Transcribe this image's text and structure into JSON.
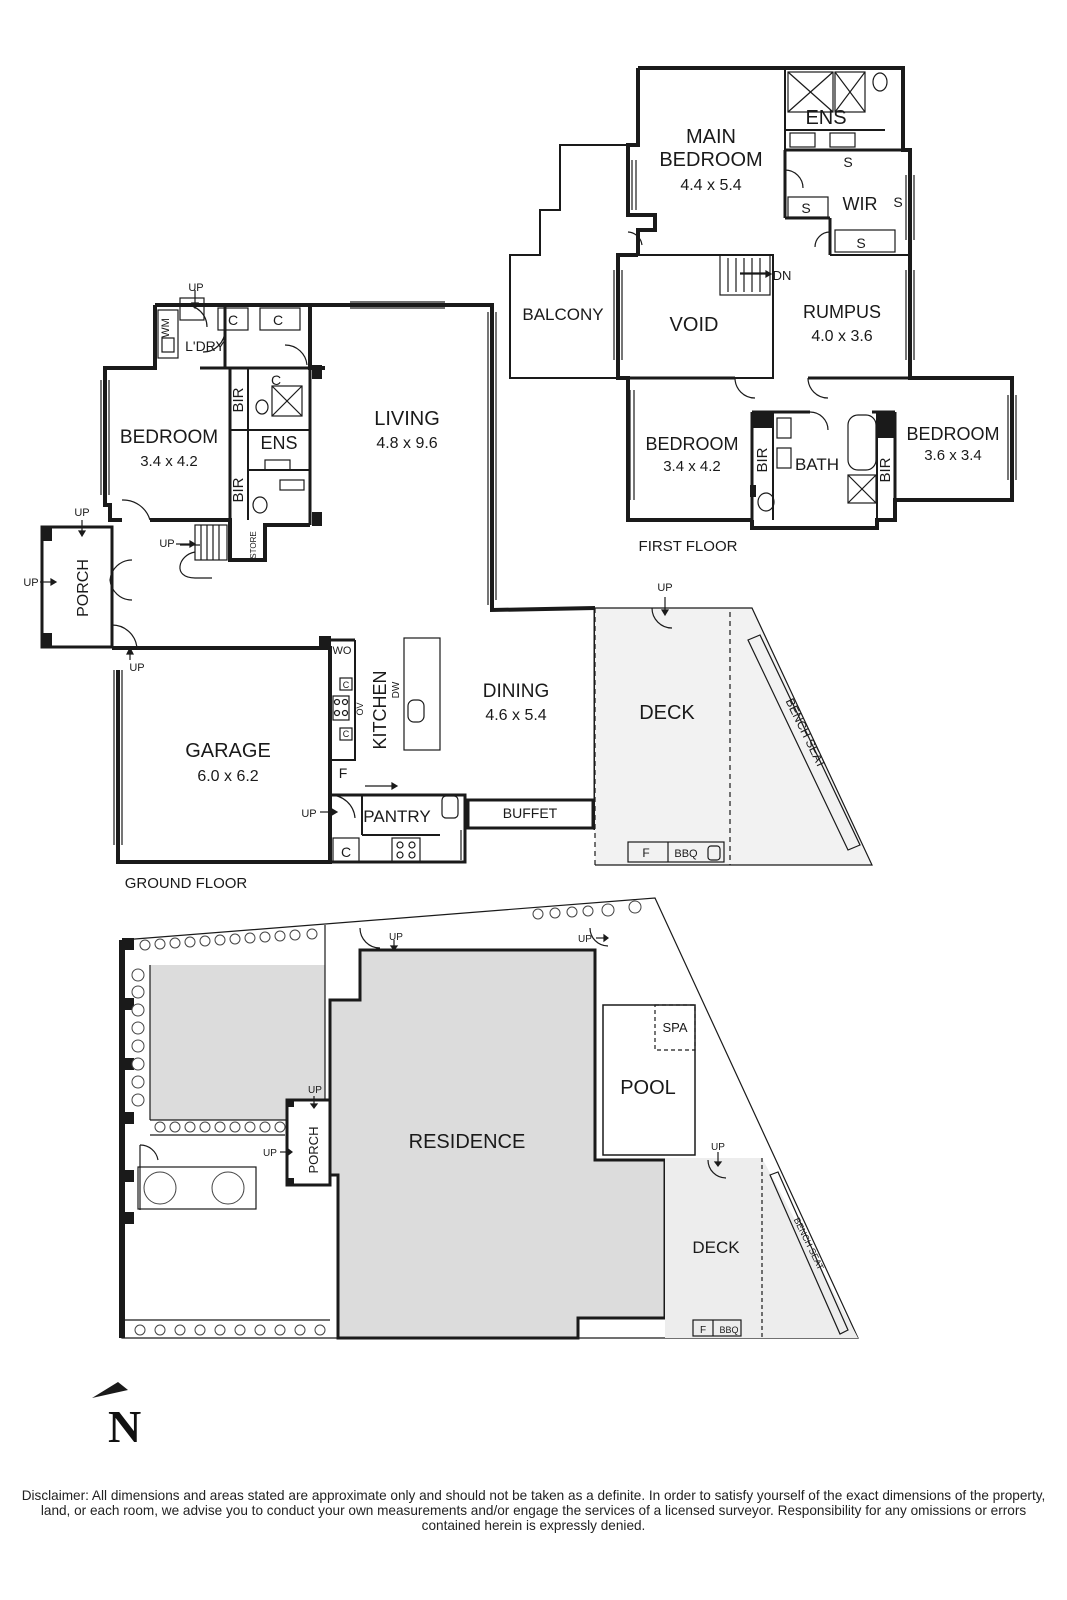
{
  "labels": {
    "main_bedroom": "MAIN",
    "main_bedroom_2": "BEDROOM",
    "main_bedroom_dim": "4.4 x 5.4",
    "ens_upper": "ENS",
    "wir": "WIR",
    "s1": "S",
    "s2": "S",
    "s3": "S",
    "s4": "S",
    "dn": "DN",
    "balcony": "BALCONY",
    "void": "VOID",
    "rumpus": "RUMPUS",
    "rumpus_dim": "4.0 x 3.6",
    "bedroom_f1": "BEDROOM",
    "bedroom_f1_dim": "3.4 x 4.2",
    "bir_f1": "BIR",
    "bath": "BATH",
    "bir_f2": "BIR",
    "bedroom_f2": "BEDROOM",
    "bedroom_f2_dim": "3.6 x 3.4",
    "first_floor": "FIRST FLOOR",
    "up_top": "UP",
    "wm": "WM",
    "c1": "C",
    "c2": "C",
    "c3": "C",
    "ldry": "L'DRY",
    "bir_g1": "BIR",
    "ens_g": "ENS",
    "bir_g2": "BIR",
    "bedroom_g": "BEDROOM",
    "bedroom_g_dim": "3.4 x 4.2",
    "living": "LIVING",
    "living_dim": "4.8 x 9.6",
    "up_porch_top": "UP",
    "up_porch_left": "UP",
    "up_stairs": "UP",
    "store": "STORE",
    "porch": "PORCH",
    "up_garage": "UP",
    "garage": "GARAGE",
    "garage_dim": "6.0 x 6.2",
    "wo": "WO",
    "c_k1": "C",
    "ov": "OV",
    "c_k2": "C",
    "kitchen": "KITCHEN",
    "dw": "DW",
    "f_k": "F",
    "up_pantry": "UP",
    "pantry": "PANTRY",
    "c_p": "C",
    "dining": "DINING",
    "dining_dim": "4.6 x 5.4",
    "buffet": "BUFFET",
    "up_deck": "UP",
    "deck": "DECK",
    "bench_seat": "BENCH SEAT",
    "f_deck": "F",
    "bbq": "BBQ",
    "ground_floor": "GROUND FLOOR",
    "site_up1": "UP",
    "site_up2": "UP",
    "spa": "SPA",
    "pool": "POOL",
    "site_up_porch": "UP",
    "site_up_left": "UP",
    "site_porch": "PORCH",
    "residence": "RESIDENCE",
    "site_up_deck": "UP",
    "site_deck": "DECK",
    "site_bench": "BENCH SEAT",
    "site_f": "F",
    "site_bbq": "BBQ",
    "north": "N"
  },
  "disclaimer": "Disclaimer: All dimensions and areas stated are approximate only and should not be taken as a definite. In order to satisfy yourself of the exact dimensions of the property, land, or each room, we advise you to conduct your own measurements and/or engage the services of a licensed surveyor. Responsibility for any omissions or errors contained herein is expressly denied.",
  "colors": {
    "wall": "#1a1a1a",
    "fill_grey": "#dcdcdc",
    "deck_fill": "#f0f0f0",
    "shrub": "#555555"
  }
}
